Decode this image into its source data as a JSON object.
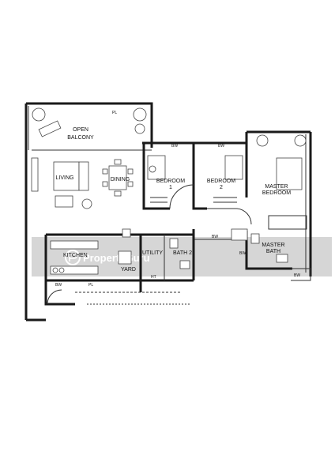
{
  "rooms": {
    "open_balcony": "OPEN\nBALCONY",
    "living": "LIVING",
    "dining": "DINING",
    "bedroom_1": "BEDROOM\n1",
    "bedroom_2": "BEDROOM\n2",
    "master_bedroom": "MASTER\nBEDROOM",
    "kitchen": "KITCHEN",
    "utility": "UTILITY",
    "bath_2": "BATH 2",
    "yard": "YARD",
    "master_bath": "MASTER\nBATH"
  },
  "marks": {
    "pl_top": "PL",
    "pl_bottom": "PL",
    "bw_bed1": "BW",
    "bw_bed2": "BW",
    "bw_corridor": "BW",
    "bw_master_bath": "BW",
    "bw_kitchen": "BW",
    "bw_right": "BW",
    "ht": "HT"
  },
  "watermark": {
    "brand": "PropertyGuru"
  }
}
